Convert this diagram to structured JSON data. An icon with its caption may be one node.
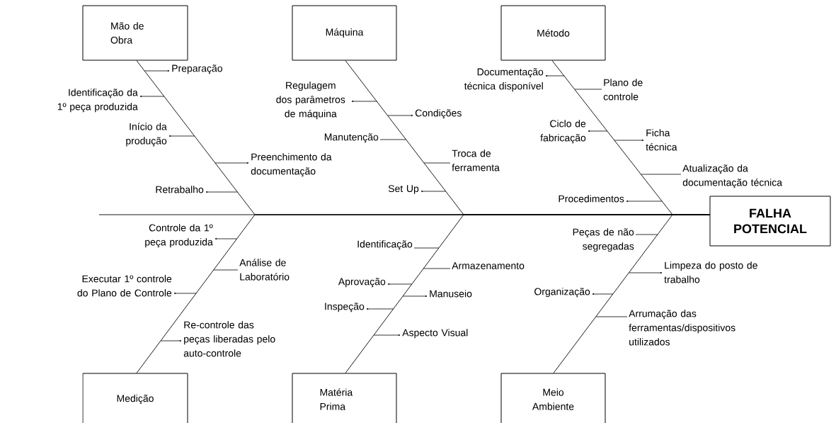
{
  "diagram": {
    "nodes": [
      {
        "text": [
          "Mão de Obra"
        ]
      },
      {
        "text": [
          "Máquina"
        ]
      },
      {
        "text": [
          "Método"
        ]
      },
      {
        "text": [
          "FALHA POTENCIAL"
        ]
      },
      {
        "text": [
          "Medição"
        ]
      },
      {
        "text": [
          "Matéria Prima"
        ]
      },
      {
        "text": [
          "Meio Ambiente"
        ]
      },
      {
        "text": [
          "Preparação"
        ]
      },
      {
        "text": [
          "Identificação da 1º peça produzida"
        ]
      },
      {
        "text": [
          "Início da produção"
        ]
      },
      {
        "text": [
          "Preenchimento da documentação"
        ]
      },
      {
        "text": [
          "Retrabalho"
        ]
      },
      {
        "text": [
          "Regulagem dos parâmetros de máquina"
        ]
      },
      {
        "text": [
          "Condições"
        ]
      },
      {
        "text": [
          "Manutenção"
        ]
      },
      {
        "text": [
          "Troca de ferramenta"
        ]
      },
      {
        "text": [
          "Set Up"
        ]
      },
      {
        "text": [
          "Documentação técnica disponível"
        ]
      },
      {
        "text": [
          "Plano de controle"
        ]
      },
      {
        "text": [
          "Ciclo de fabricação"
        ]
      },
      {
        "text": [
          "Ficha técnica"
        ]
      },
      {
        "text": [
          "Atualização da documentação técnica"
        ]
      },
      {
        "text": [
          "Procedimentos"
        ]
      },
      {
        "text": [
          "Controle da 1º peça produzida"
        ]
      },
      {
        "text": [
          "Análise de Laboratório"
        ]
      },
      {
        "text": [
          "Executar 1º controle do Plano de Controle"
        ]
      },
      {
        "text": [
          "Re-controle das peças liberadas pelo auto-controle"
        ]
      },
      {
        "text": [
          "Identificação"
        ]
      },
      {
        "text": [
          "Armazenamento"
        ]
      },
      {
        "text": [
          "Aprovação"
        ]
      },
      {
        "text": [
          "Manuseio"
        ]
      },
      {
        "text": [
          "Inspeção"
        ]
      },
      {
        "text": [
          "Aspecto Visual"
        ]
      },
      {
        "text": [
          "Peças de não segregadas"
        ]
      },
      {
        "text": [
          "Limpeza do posto de trabalho"
        ]
      },
      {
        "text": [
          "Organização"
        ]
      },
      {
        "text": [
          "Arrumação das ferramentas/dispositivos utilizados"
        ]
      }
    ],
    "edges": [
      {
        "from": null,
        "to": 3,
        "arrow": "none"
      },
      {
        "from": 0,
        "to": 3,
        "arrow": "none"
      },
      {
        "from": 1,
        "to": 3,
        "arrow": "none"
      },
      {
        "from": 2,
        "to": 3,
        "arrow": "none"
      },
      {
        "from": 4,
        "to": 3,
        "arrow": "none"
      },
      {
        "from": 5,
        "to": 3,
        "arrow": "none"
      },
      {
        "from": 6,
        "to": 3,
        "arrow": "none"
      },
      {
        "from": null,
        "to": 7,
        "arrow": "to"
      },
      {
        "from": null,
        "to": 8,
        "arrow": "to"
      },
      {
        "from": null,
        "to": 9,
        "arrow": "to"
      },
      {
        "from": null,
        "to": 10,
        "arrow": "to"
      },
      {
        "from": null,
        "to": 11,
        "arrow": "to"
      },
      {
        "from": null,
        "to": 12,
        "arrow": "to"
      },
      {
        "from": null,
        "to": 13,
        "arrow": "to"
      },
      {
        "from": null,
        "to": 14,
        "arrow": "none"
      },
      {
        "from": null,
        "to": 15,
        "arrow": "none"
      },
      {
        "from": null,
        "to": 16,
        "arrow": "to"
      },
      {
        "from": null,
        "to": 17,
        "arrow": "to"
      },
      {
        "from": null,
        "to": 18,
        "arrow": "none"
      },
      {
        "from": null,
        "to": 19,
        "arrow": "to"
      },
      {
        "from": null,
        "to": 20,
        "arrow": "to"
      },
      {
        "from": null,
        "to": 21,
        "arrow": "none"
      },
      {
        "from": null,
        "to": 22,
        "arrow": "to"
      },
      {
        "from": null,
        "to": 23,
        "arrow": "to"
      },
      {
        "from": null,
        "to": 24,
        "arrow": "none"
      },
      {
        "from": null,
        "to": 25,
        "arrow": "to"
      },
      {
        "from": null,
        "to": 26,
        "arrow": "to"
      },
      {
        "from": null,
        "to": 27,
        "arrow": "none"
      },
      {
        "from": null,
        "to": 28,
        "arrow": "none"
      },
      {
        "from": null,
        "to": 29,
        "arrow": "to"
      },
      {
        "from": null,
        "to": 30,
        "arrow": "to"
      },
      {
        "from": null,
        "to": 31,
        "arrow": "to"
      },
      {
        "from": null,
        "to": 32,
        "arrow": "to"
      },
      {
        "from": null,
        "to": 33,
        "arrow": "none"
      },
      {
        "from": null,
        "to": 34,
        "arrow": "to"
      },
      {
        "from": null,
        "to": 35,
        "arrow": "to"
      },
      {
        "from": null,
        "to": 36,
        "arrow": "none"
      }
    ]
  }
}
